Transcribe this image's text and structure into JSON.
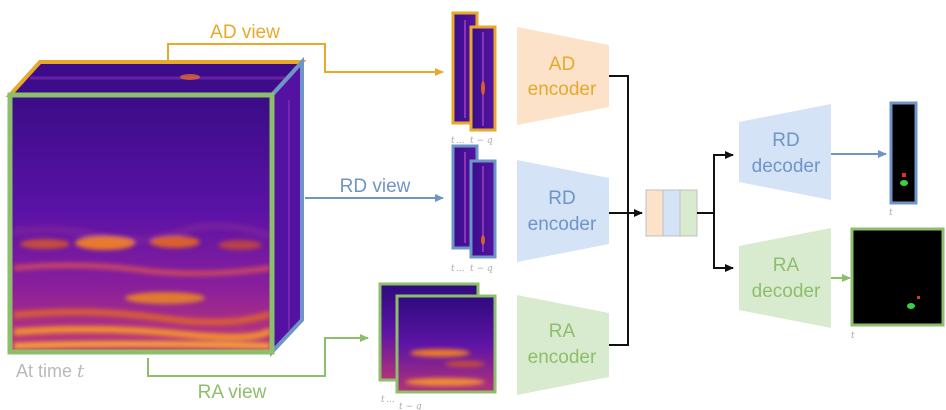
{
  "views": {
    "ad": "AD view",
    "rd": "RD view",
    "ra": "RA view"
  },
  "encoders": {
    "ad": [
      "AD",
      "encoder"
    ],
    "rd": [
      "RD",
      "encoder"
    ],
    "ra": [
      "RA",
      "encoder"
    ]
  },
  "decoders": {
    "rd": [
      "RD",
      "decoder"
    ],
    "ra": [
      "RA",
      "decoder"
    ]
  },
  "time": {
    "prefix": "At time",
    "var": "t"
  },
  "frame_labels": {
    "t": "t",
    "dots": "...",
    "tq": "t − q"
  },
  "colors": {
    "ad": "#e8a82a",
    "rd": "#6f95c8",
    "ra": "#8dbe6b",
    "ad_fill": "#fbe2c8",
    "rd_fill": "#d4e3f5",
    "ra_fill": "#d9ebcf",
    "spectrogram": "#4b0aa3",
    "band": "#f29a33"
  }
}
